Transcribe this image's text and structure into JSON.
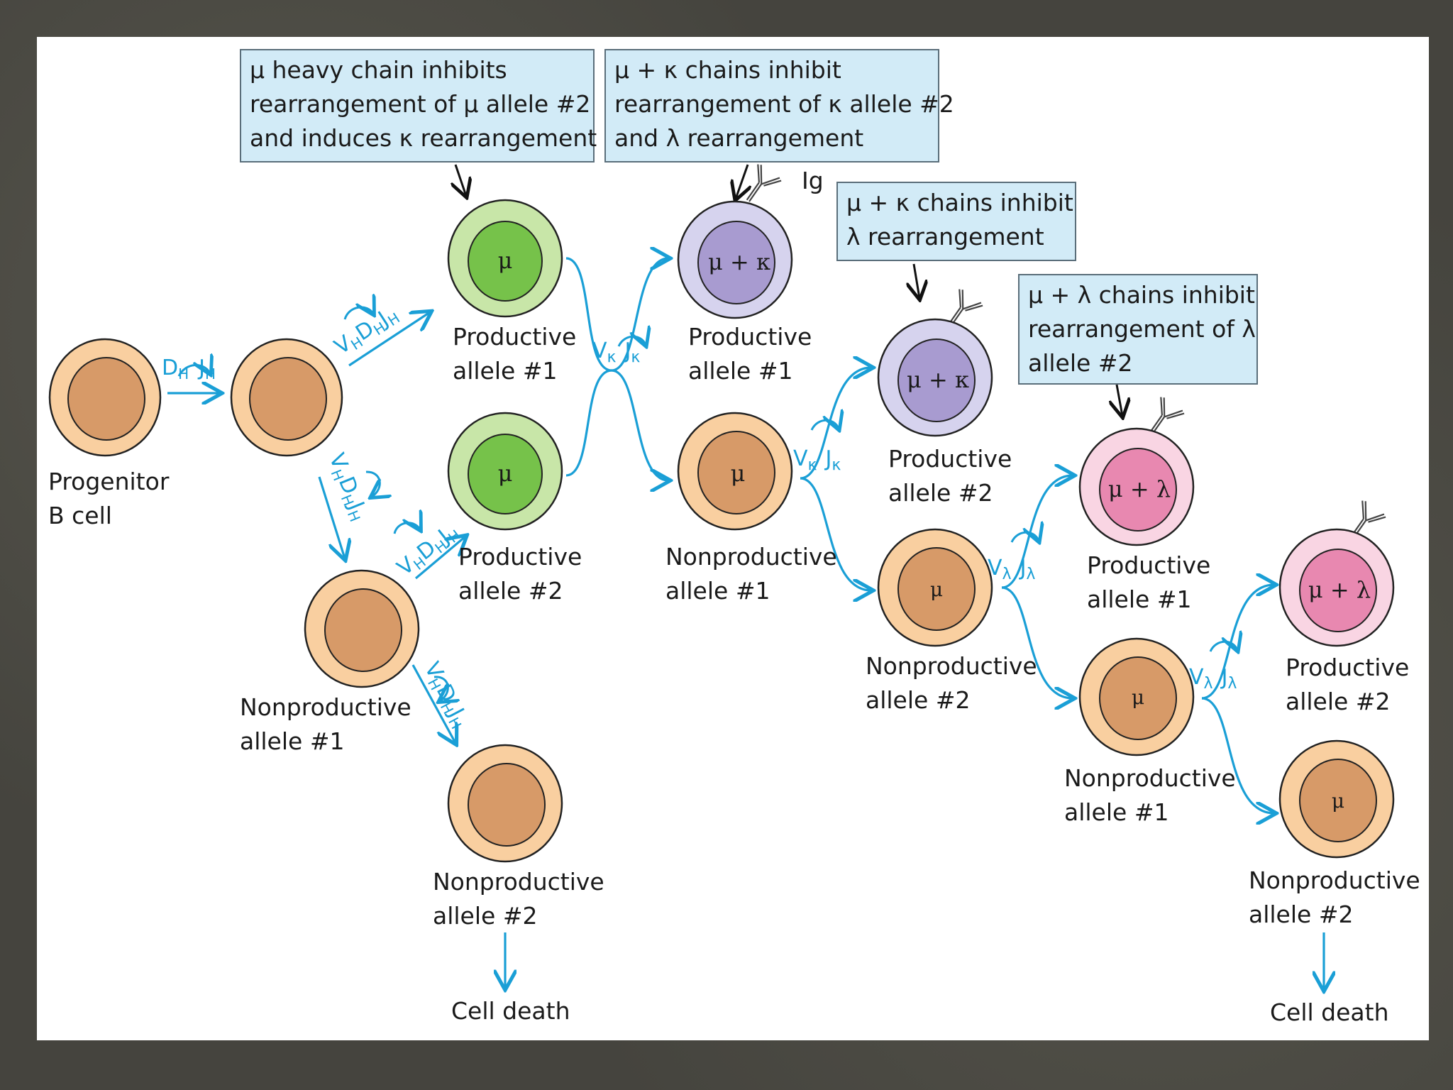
{
  "boxes": {
    "b1": [
      "μ heavy chain inhibits",
      "rearrangement of μ allele #2",
      "and induces κ rearrangement"
    ],
    "b2": [
      "μ + κ chains inhibit",
      "rearrangement of κ allele #2",
      "and λ rearrangement"
    ],
    "b3": [
      "μ + κ chains inhibit",
      "λ rearrangement"
    ],
    "b4": [
      "μ + λ chains inhibit",
      "rearrangement of λ",
      "allele #2"
    ]
  },
  "cells": {
    "progenitor": [
      "Progenitor",
      "B cell"
    ],
    "prod_mu1": [
      "Productive",
      "allele #1"
    ],
    "prod_mu2": [
      "Productive",
      "allele #2"
    ],
    "nonprod_mu1": [
      "Nonproductive",
      "allele #1"
    ],
    "nonprod_mu2": [
      "Nonproductive",
      "allele #2"
    ],
    "prod_k1": [
      "Productive",
      "allele #1"
    ],
    "nonprod_k1": [
      "Nonproductive",
      "allele #1"
    ],
    "prod_k2": [
      "Productive",
      "allele #2"
    ],
    "nonprod_k2": [
      "Nonproductive",
      "allele #2"
    ],
    "prod_l1": [
      "Productive",
      "allele #1"
    ],
    "nonprod_l1": [
      "Nonproductive",
      "allele #1"
    ],
    "prod_l2": [
      "Productive",
      "allele #2"
    ],
    "nonprod_l2": [
      "Nonproductive",
      "allele #2"
    ]
  },
  "inner": {
    "mu": "μ",
    "mu_kappa": "μ + κ",
    "mu_lambda": "μ + λ"
  },
  "ig_label": "Ig",
  "cell_death": "Cell death",
  "segments": {
    "d": "D",
    "j": "J",
    "v": "V",
    "h": "H",
    "kappa": "κ",
    "lambda": "λ"
  },
  "colors": {
    "arrow": "#1a9fd6",
    "box_fill": "#d2ebf7",
    "orange_outer": "#f9cfa0",
    "orange_inner": "#d79a68",
    "green_outer": "#c8e6a8",
    "green_inner": "#76c24a",
    "purple_outer": "#d6d3ee",
    "purple_inner": "#a89bd0",
    "pink_outer": "#f9d5e3",
    "pink_inner": "#e888b0"
  }
}
